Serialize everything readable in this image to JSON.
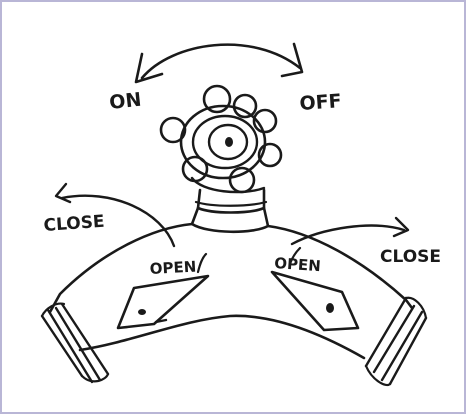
{
  "labels": {
    "on": "ON",
    "off": "OFF",
    "close_left": "CLOSE",
    "open_left": "OPEN",
    "open_right": "OPEN",
    "close_right": "CLOSE"
  },
  "colors": {
    "ink": "#1a1a1a",
    "frame_border": "#b9b6d6",
    "background": "#ffffff"
  }
}
